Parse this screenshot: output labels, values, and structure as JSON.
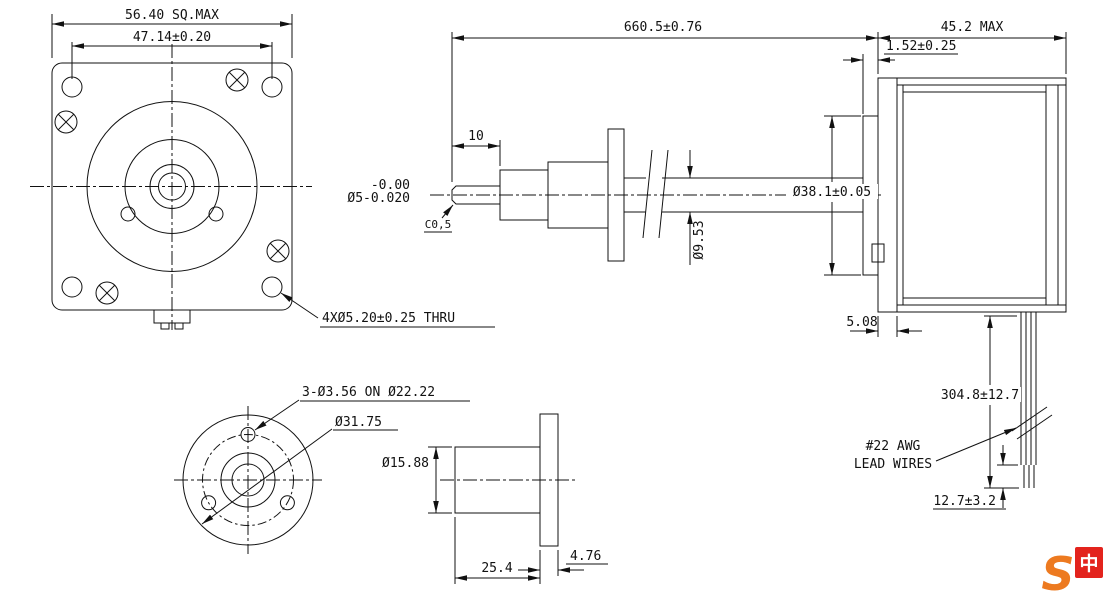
{
  "drawing": {
    "front_view": {
      "sq_max": "56.40 SQ.MAX",
      "hole_spacing": "47.14±0.20",
      "thru_holes": "4XØ5.20±0.25 THRU"
    },
    "screw": {
      "overall_length": "660.5±0.76",
      "tip_length": "10",
      "tip_dia_tol": "-0.00",
      "tip_dia": "Ø5-0.020",
      "chamfer": "C0,5",
      "screw_dia": "Ø9.53"
    },
    "motor": {
      "pilot_dia": "Ø38.1±0.05",
      "length_max": "45.2 MAX",
      "boss_height": "1.52±0.25",
      "flange_thickness": "5.08",
      "lead_length": "304.8±12.7",
      "wire_gauge": "#22 AWG",
      "wire_label": "LEAD WIRES",
      "strip_length": "12.7±3.2"
    },
    "nut_front": {
      "mount_holes": "3-Ø3.56 ON Ø22.22",
      "flange_dia": "Ø31.75"
    },
    "nut_side": {
      "body_dia": "Ø15.88",
      "body_length": "25.4",
      "flange_thickness": "4.76"
    }
  },
  "watermark": {
    "letter": "S",
    "char": "中",
    "orange": "#ED7A20",
    "red": "#E3231D"
  }
}
